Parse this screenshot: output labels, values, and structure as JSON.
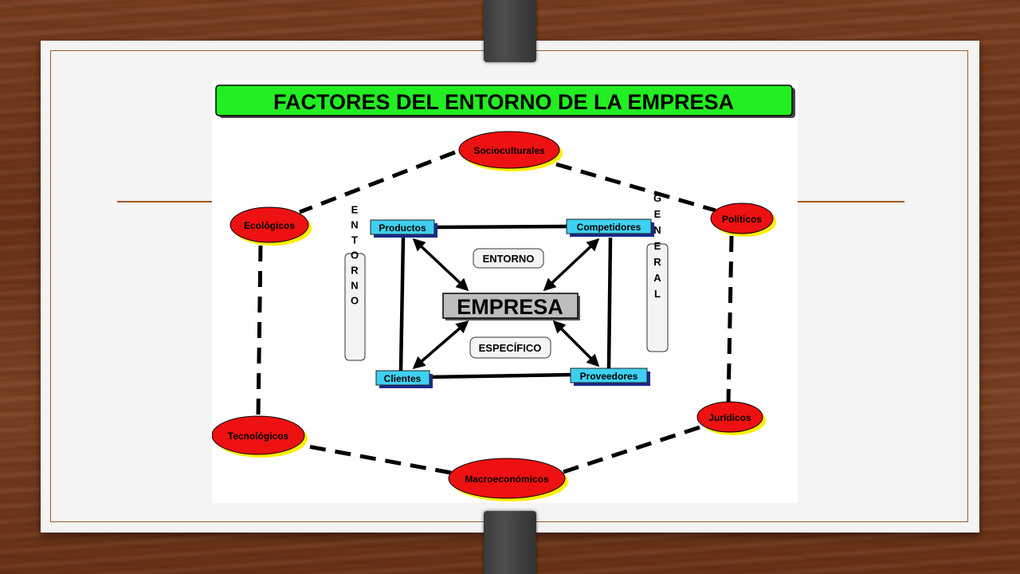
{
  "slide": {
    "title": "FACTORES DEL ENTORNO DE LA EMPRESA"
  },
  "diagram": {
    "center": "EMPRESA",
    "label_top": "ENTORNO",
    "label_bottom": "ESPECÍFICO",
    "side_left": "ENTORNO",
    "side_right": "GENERAL",
    "specific_factors": {
      "top_left": "Productos",
      "top_right": "Competidores",
      "bottom_left": "Clientes",
      "bottom_right": "Proveedores"
    },
    "general_factors": {
      "top": "Socioculturales",
      "upper_right": "Políticos",
      "lower_right": "Jurídicos",
      "bottom": "Macroeconómicos",
      "lower_left": "Tecnológicos",
      "upper_left": "Ecológicos"
    }
  },
  "colors": {
    "title_bg": "#22ee22",
    "ellipse_fill": "#ee1111",
    "ellipse_shadow": "#ffee00",
    "box_fill": "#3ed0f0",
    "box_shadow": "#1a2a8c",
    "center_fill": "#bdbdbd"
  }
}
